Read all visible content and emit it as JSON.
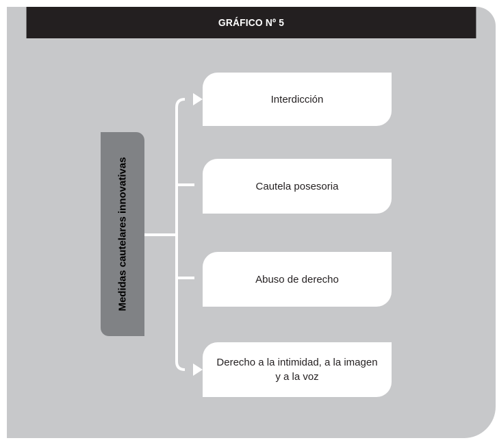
{
  "diagram": {
    "title": "GRÁFICO Nº 5",
    "root": "Medidas cautelares innovativas",
    "branches": [
      "Interdicción",
      "Cautela posesoria",
      "Abuso de derecho",
      "Derecho a la intimidad, a la imagen y a la voz"
    ]
  },
  "colors": {
    "header_background": "#231f20",
    "panel_background": "#c7c8ca",
    "root_box": "#808285",
    "branch_box": "#ffffff",
    "connector": "#ffffff"
  }
}
